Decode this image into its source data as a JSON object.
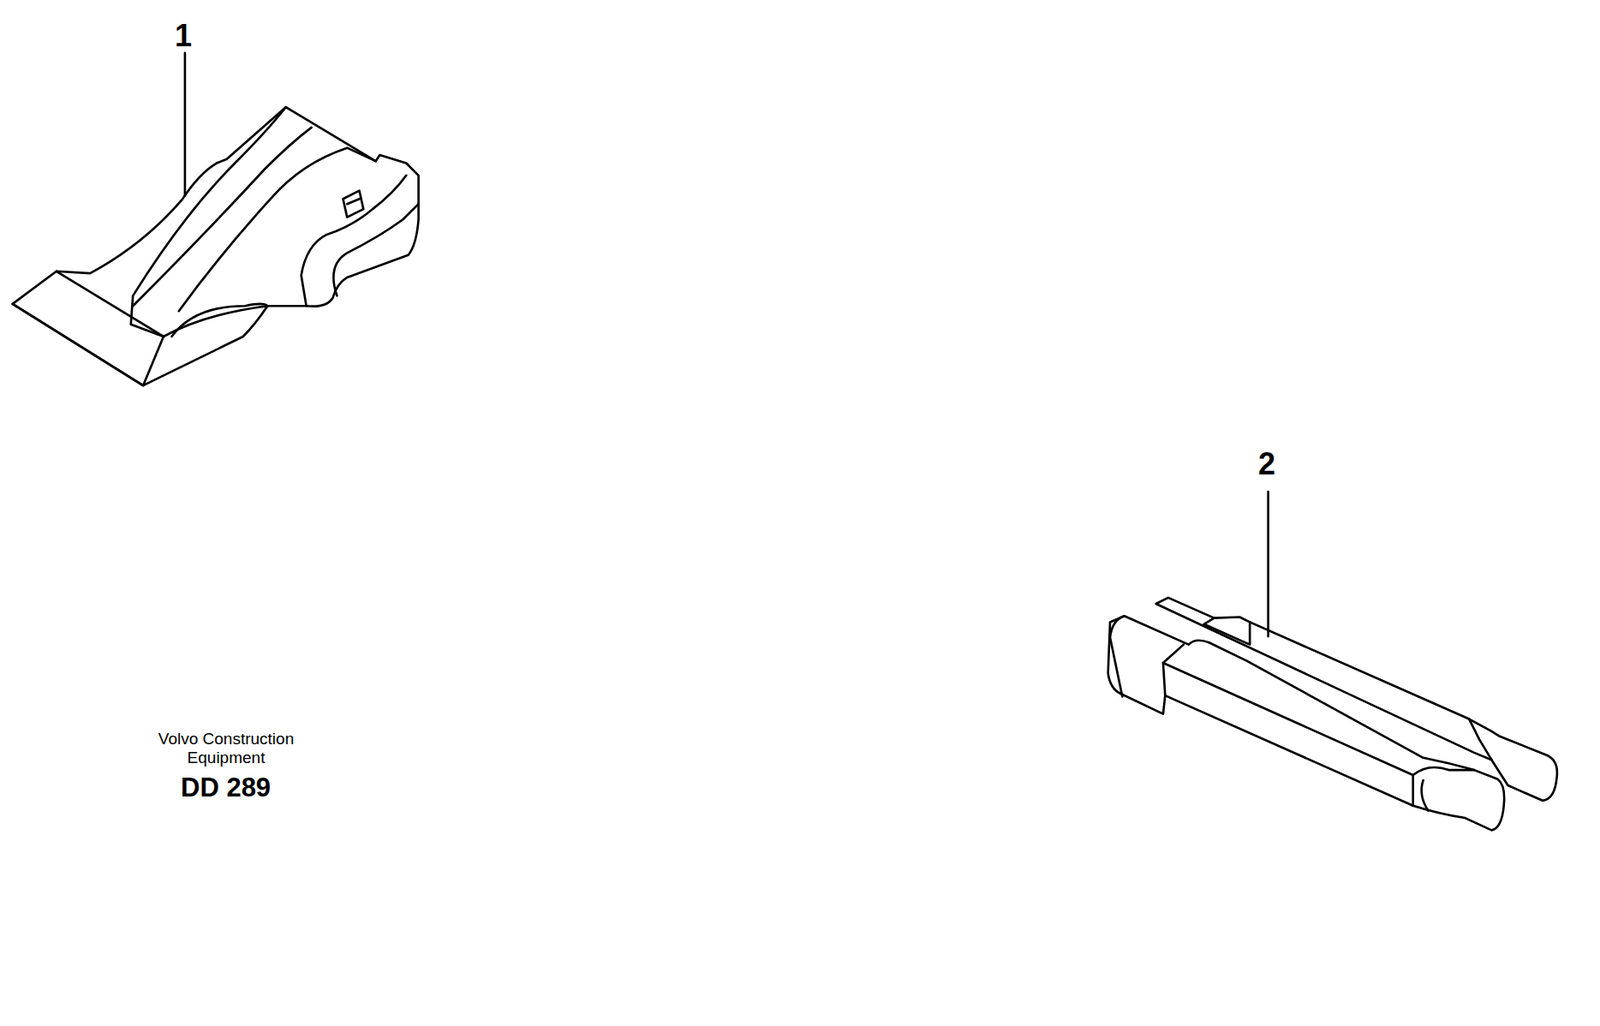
{
  "diagram": {
    "labels": [
      "1",
      "2",
      "Volvo Construction Equipment",
      "DD 289"
    ]
  }
}
